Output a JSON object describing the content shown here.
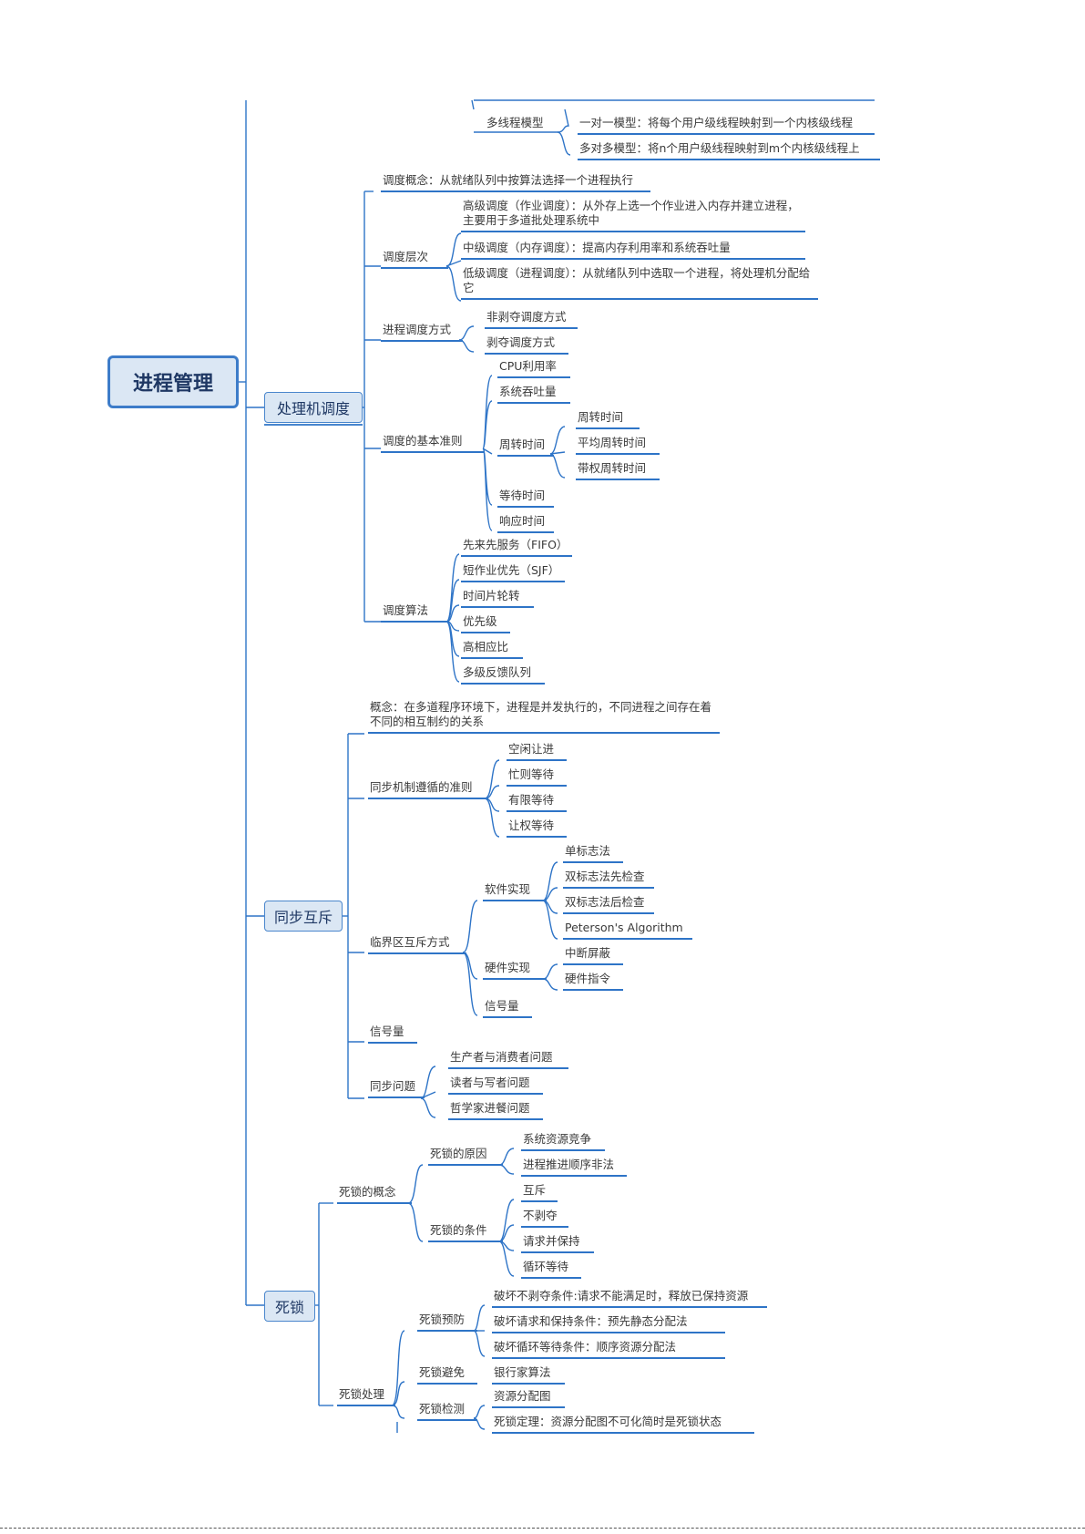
{
  "root": "进程管理",
  "main": {
    "scheduling": "处理机调度",
    "sync": "同步互斥",
    "deadlock": "死锁"
  },
  "top": {
    "thread_model": "多线程模型",
    "one_to_one": "一对一模型：将每个用户级线程映射到一个内核级线程",
    "many_to_many": "多对多模型：将n个用户级线程映射到m个内核级线程上"
  },
  "sched": {
    "concept": "调度概念：从就绪队列中按算法选择一个进程执行",
    "levels": "调度层次",
    "high": "高级调度（作业调度）：从外存上选一个作业进入内存并建立进程，主要用于多道批处理系统中",
    "mid": "中级调度（内存调度）：提高内存利用率和系统吞吐量",
    "low": "低级调度（进程调度）：从就绪队列中选取一个进程，将处理机分配给它",
    "mode": "进程调度方式",
    "nonpreempt": "非剥夺调度方式",
    "preempt": "剥夺调度方式",
    "criteria": "调度的基本准则",
    "cpu": "CPU利用率",
    "throughput": "系统吞吐量",
    "turnaround": "周转时间",
    "turnaround_time": "周转时间",
    "avg_turnaround": "平均周转时间",
    "weighted_turnaround": "带权周转时间",
    "waiting": "等待时间",
    "response": "响应时间",
    "algorithms": "调度算法",
    "fifo": "先来先服务（FIFO）",
    "sjf": "短作业优先（SJF）",
    "rr": "时间片轮转",
    "priority": "优先级",
    "hrrn": "高相应比",
    "mlfq": "多级反馈队列"
  },
  "sync": {
    "concept": "概念：在多道程序环境下，进程是并发执行的，不同进程之间存在着不同的相互制约的关系",
    "rules": "同步机制遵循的准则",
    "idle": "空闲让进",
    "busy": "忙则等待",
    "bounded": "有限等待",
    "yield": "让权等待",
    "critical": "临界区互斥方式",
    "software": "软件实现",
    "single_flag": "单标志法",
    "double_check_first": "双标志法先检查",
    "double_check_after": "双标志法后检查",
    "peterson": "Peterson's Algorithm",
    "hardware": "硬件实现",
    "interrupt": "中断屏蔽",
    "hw_instr": "硬件指令",
    "semaphore_sub": "信号量",
    "semaphore": "信号量",
    "problems": "同步问题",
    "producer": "生产者与消费者问题",
    "readers": "读者与写者问题",
    "philosophers": "哲学家进餐问题"
  },
  "deadlock": {
    "concept": "死锁的概念",
    "causes": "死锁的原因",
    "competition": "系统资源竞争",
    "illegal_order": "进程推进顺序非法",
    "conditions": "死锁的条件",
    "mutex": "互斥",
    "no_preempt": "不剥夺",
    "hold_wait": "请求并保持",
    "circular": "循环等待",
    "handling": "死锁处理",
    "prevention": "死锁预防",
    "break_no_preempt": "破坏不剥夺条件:请求不能满足时，释放已保持资源",
    "break_hold": "破坏请求和保持条件：预先静态分配法",
    "break_circular": "破坏循环等待条件：顺序资源分配法",
    "avoidance": "死锁避免",
    "banker": "银行家算法",
    "detection": "死锁检测",
    "rag": "资源分配图",
    "theorem": "死锁定理：资源分配图不可化简时是死锁状态"
  },
  "colors": {
    "line": "#2e74c7",
    "node_fill": "#dbe7f4",
    "node_border": "#3d7cc9",
    "text": "#1f3864"
  }
}
